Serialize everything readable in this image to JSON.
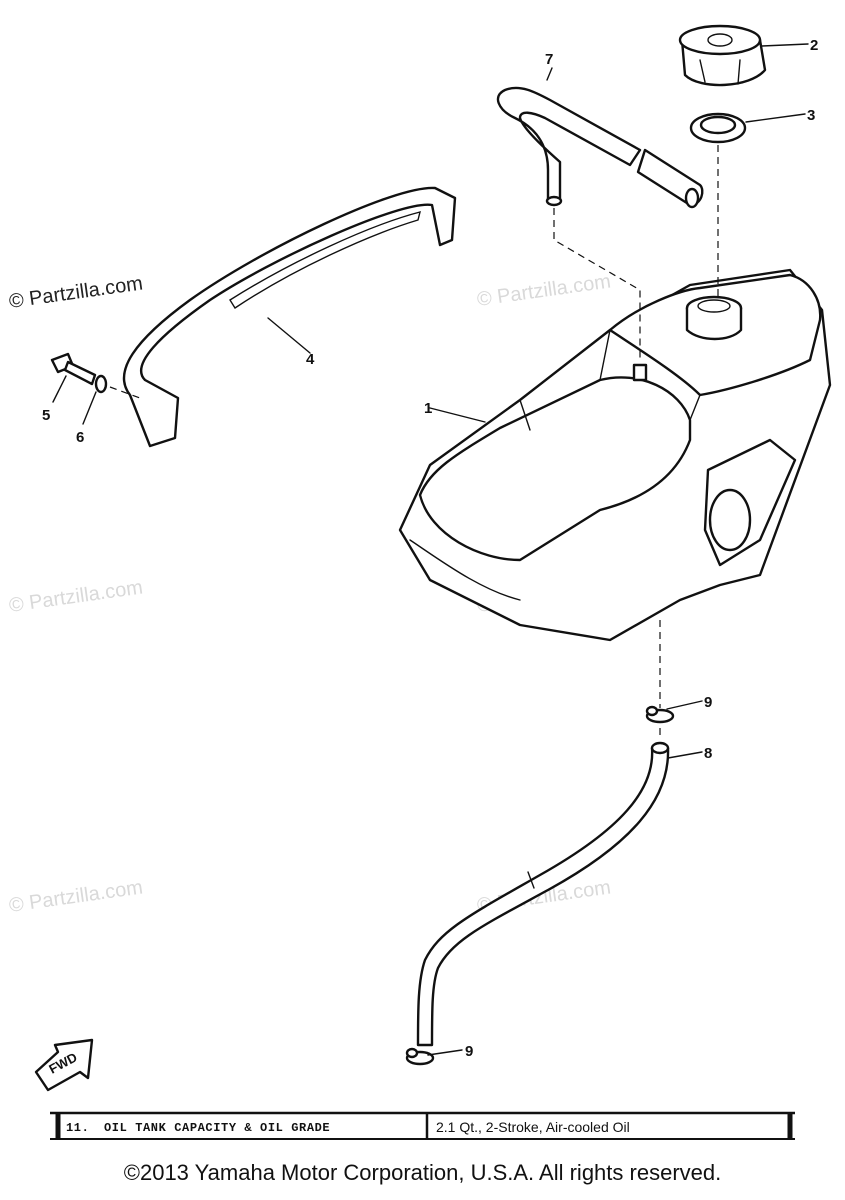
{
  "watermarks": {
    "main": "© Partzilla.com",
    "faint": "© Partzilla.com"
  },
  "callouts": [
    "1",
    "2",
    "3",
    "4",
    "5",
    "6",
    "7",
    "8",
    "9",
    "9"
  ],
  "fwd_arrow_label": "FWD",
  "spec_table": {
    "number": "11.",
    "item": "OIL TANK CAPACITY & OIL GRADE",
    "value": "2.1 Qt., 2-Stroke, Air-cooled Oil"
  },
  "copyright": "©2013 Yamaha Motor Corporation, U.S.A. All rights reserved.",
  "colors": {
    "line": "#111111",
    "watermark_faint": "#d9d9d9"
  }
}
